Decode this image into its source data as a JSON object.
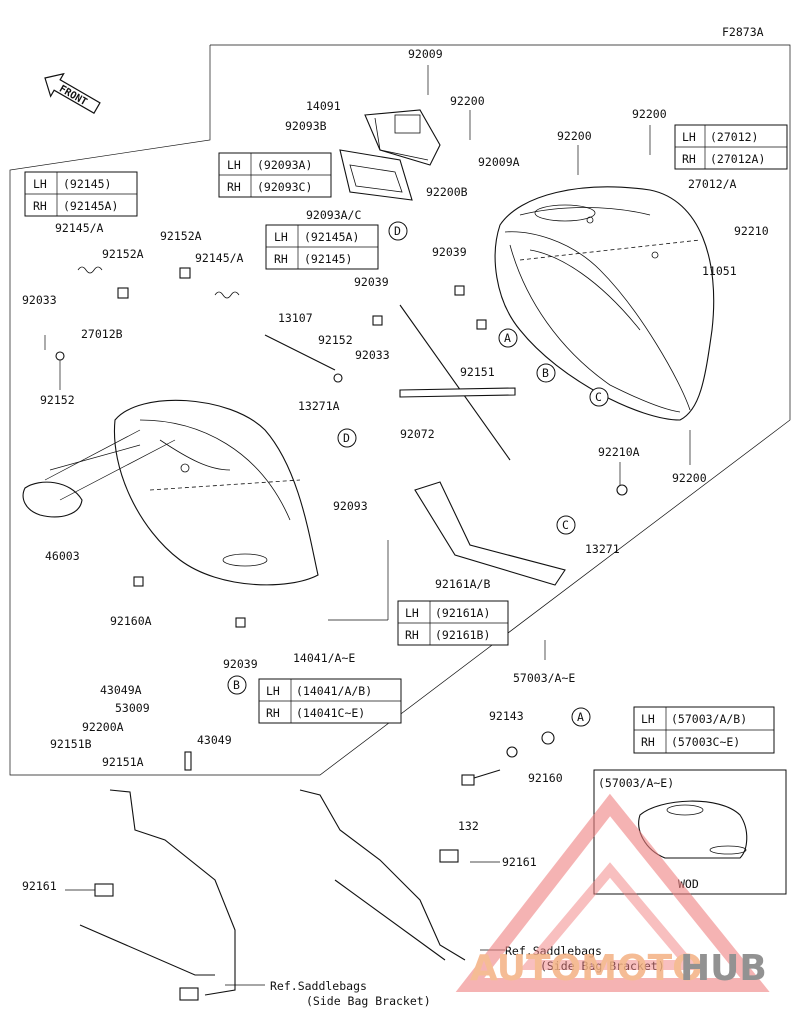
{
  "diagram": {
    "code": "F2873A",
    "front_label": "FRONT",
    "labels": {
      "l92009": "92009",
      "l14091": "14091",
      "l92093B": "92093B",
      "l92200_top": "92200",
      "l92009A": "92009A",
      "l92200B": "92200B",
      "l92093AC": "92093A/C",
      "l92200_mid": "92200",
      "l92200_tr": "92200",
      "l27012A": "27012/A",
      "l92210": "92210",
      "l11051": "11051",
      "l92039_a": "92039",
      "l92039_b": "92039",
      "l92151": "92151",
      "l92072": "92072",
      "l92210A": "92210A",
      "l13271": "13271",
      "l92200_r": "92200",
      "l92161AB": "92161A/B",
      "l57003": "57003/A~E",
      "l92145A_l": "92145/A",
      "l92152A_a": "92152A",
      "l92152A_b": "92152A",
      "l92145A_m": "92145/A",
      "l92033_a": "92033",
      "l27012B": "27012B",
      "l13107": "13107",
      "l92152_a": "92152",
      "l92152_b": "92152",
      "l92033_b": "92033",
      "l13271A": "13271A",
      "l92093": "92093",
      "l46003": "46003",
      "l92160A": "92160A",
      "l92039_c": "92039",
      "l14041": "14041/A~E",
      "l43049A": "43049A",
      "l53009": "53009",
      "l92200A": "92200A",
      "l92151B": "92151B",
      "l92151A": "92151A",
      "l43049": "43049",
      "l92143": "92143",
      "l92160": "92160",
      "l132": "132",
      "l92161_r": "92161",
      "l92161_l": "92161",
      "ref1_line1": "Ref.Saddlebags",
      "ref1_line2": "(Side Bag Bracket)",
      "ref2_line1": "Ref.Saddlebags",
      "ref2_line2": "(Side Bag Bracket)",
      "inset_title": "(57003/A~E)",
      "inset_note": "WOD"
    },
    "callouts": {
      "A": "A",
      "B": "B",
      "C": "C",
      "D": "D"
    },
    "tables": {
      "t92145": {
        "lh_key": "LH",
        "lh_val": "(92145)",
        "rh_key": "RH",
        "rh_val": "(92145A)"
      },
      "t92093": {
        "lh_key": "LH",
        "lh_val": "(92093A)",
        "rh_key": "RH",
        "rh_val": "(92093C)"
      },
      "t92145b": {
        "lh_key": "LH",
        "lh_val": "(92145A)",
        "rh_key": "RH",
        "rh_val": "(92145)"
      },
      "t27012": {
        "lh_key": "LH",
        "lh_val": "(27012)",
        "rh_key": "RH",
        "rh_val": "(27012A)"
      },
      "t92161": {
        "lh_key": "LH",
        "lh_val": "(92161A)",
        "rh_key": "RH",
        "rh_val": "(92161B)"
      },
      "t14041": {
        "lh_key": "LH",
        "lh_val": "(14041/A/B)",
        "rh_key": "RH",
        "rh_val": "(14041C~E)"
      },
      "t57003": {
        "lh_key": "LH",
        "lh_val": "(57003/A/B)",
        "rh_key": "RH",
        "rh_val": "(57003C~E)"
      }
    },
    "watermark": {
      "part1": "AUTOMOTO",
      "part2": "HUB",
      "color1": "#f4b183",
      "color2": "#7f7f7f",
      "triangle_color": "#f08080"
    }
  }
}
